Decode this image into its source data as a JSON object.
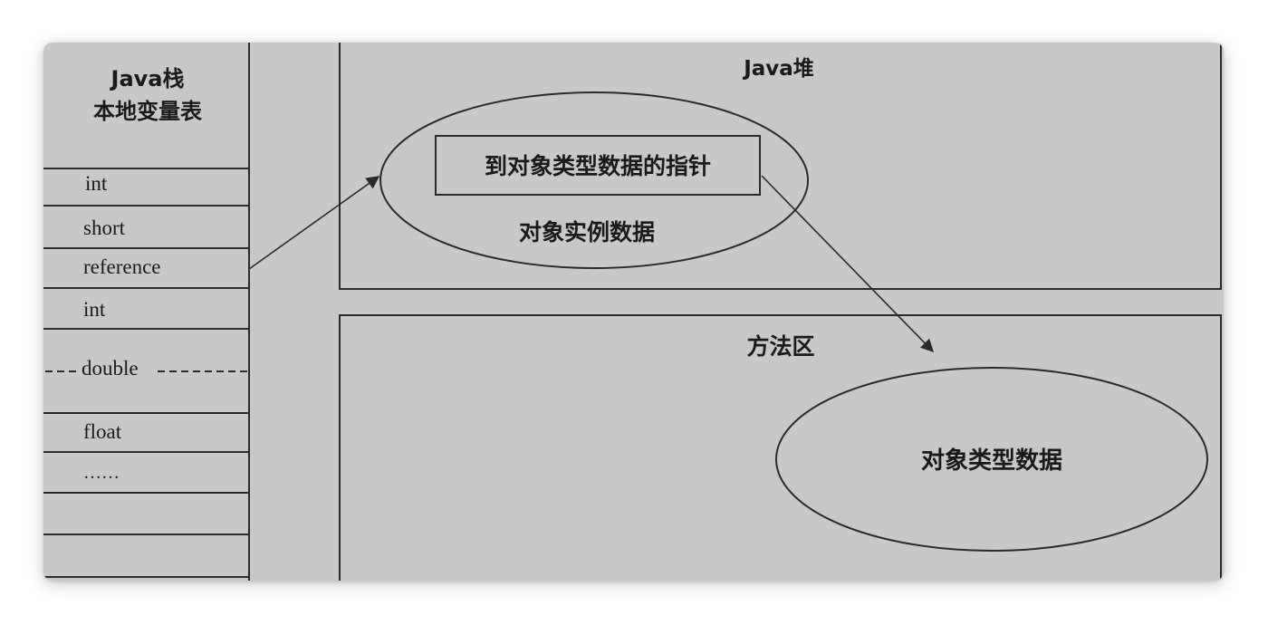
{
  "stack": {
    "title_line1": "Java栈",
    "title_line2": "本地变量表",
    "rows": [
      "int",
      "short",
      "reference",
      "int",
      "double",
      "float",
      "……",
      "",
      ""
    ]
  },
  "heap": {
    "title": "Java堆",
    "pointer_box": "到对象类型数据的指针",
    "instance_data": "对象实例数据"
  },
  "method_area": {
    "title": "方法区",
    "type_data": "对象类型数据"
  }
}
